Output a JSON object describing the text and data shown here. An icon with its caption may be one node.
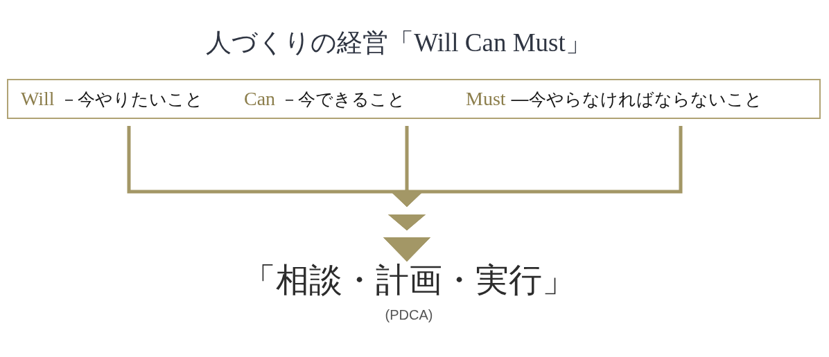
{
  "diagram": {
    "title": "人づくりの経営「Will Can Must」",
    "nodes": [
      {
        "text": [],
        "shape": "box"
      },
      {
        "text": [
          "Will",
          "－今やりたいこと"
        ],
        "in": 0
      },
      {
        "text": [
          "Can",
          "－今できること"
        ],
        "in": 0
      },
      {
        "text": [
          "Must",
          "―今やらなければならないこと"
        ],
        "in": 0
      },
      {
        "text": [
          "「相談・計画・実行」",
          "(PDCA)"
        ]
      }
    ],
    "edges": [
      {
        "from": 1,
        "to": 4,
        "arrow": "to"
      },
      {
        "from": 2,
        "to": 4,
        "arrow": "to"
      },
      {
        "from": 3,
        "to": 4,
        "arrow": "to"
      }
    ]
  }
}
